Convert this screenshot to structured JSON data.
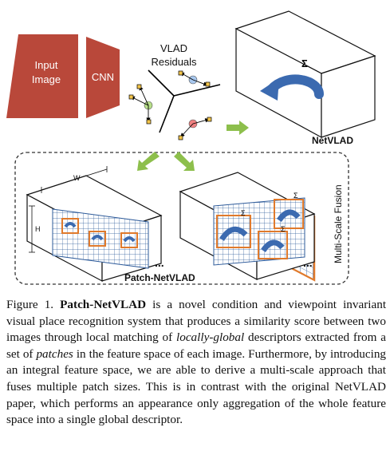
{
  "figure": {
    "input_label_1": "Input",
    "input_label_2": "Image",
    "cnn_label": "CNN",
    "vlad_label_1": "VLAD",
    "vlad_label_2": "Residuals",
    "netvlad_label": "NetVLAD",
    "sigma": "Σ",
    "width_label": "W",
    "height_label": "H",
    "ellipsis": "...",
    "patch_netvlad_label": "Patch-NetVLAD",
    "fusion_label": "Multi-Scale Fusion",
    "colors": {
      "input_block": "#b9483a",
      "cnn_block": "#b9483a",
      "arrow_green": "#8dbf4c",
      "grid_blue": "#2e5b9a",
      "patch_orange": "#e07a2c",
      "arrow_blue": "#3b6ab0"
    }
  },
  "caption": {
    "figure_num": "Figure 1.",
    "lines": [
      "is a novel condition and viewpoint",
      "invariant visual place recognition system that produces a similarity",
      "score between two images through local matching of",
      "descriptors extracted from a set of",
      "in the feature space",
      "of each image. Furthermore, by introducing an integral feature",
      "space, we are able to derive a multi-scale approach that fuses",
      "multiple patch sizes. This is in contrast with the original NetVLAD",
      "paper, which performs an appearance only aggregation of the whole",
      "feature space into a single global descriptor."
    ],
    "bold_term": "Patch-NetVLAD",
    "italic_1": "locally-global",
    "italic_2": "patches"
  }
}
